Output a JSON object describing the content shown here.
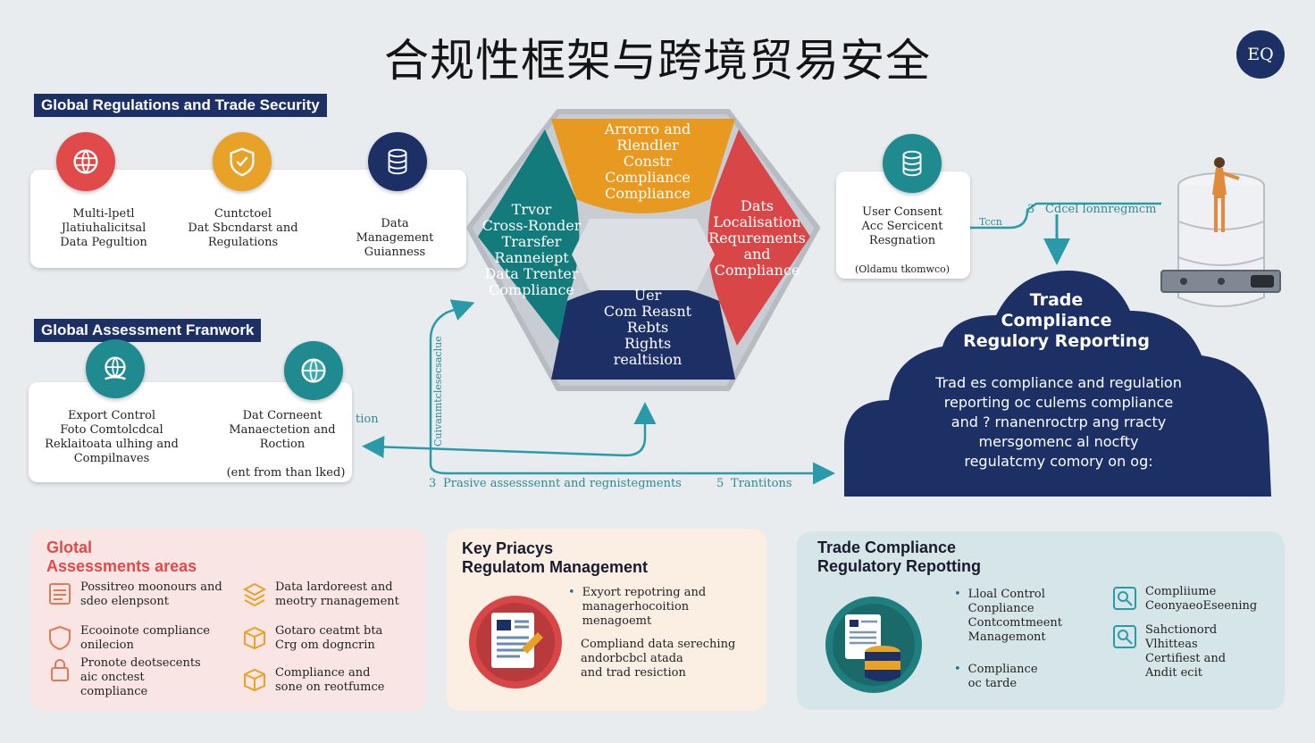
{
  "header": {
    "title": "合规性框架与跨境贸易安全",
    "logo_text": "EQ"
  },
  "top_section": {
    "label": "Global Regulations and Trade Security",
    "cards": [
      {
        "icon": "network-icon",
        "color": "#e04a48",
        "text": "Multi-lpetl\nJlatiuhalicitsal\nData Pegultion"
      },
      {
        "icon": "shield-icon",
        "color": "#e8a227",
        "text": "Cuntctoel\nDat Sbcndarst and\nRegulations"
      },
      {
        "icon": "server-icon",
        "color": "#1c3066",
        "text": "Data\nManagement\nGuianness"
      }
    ]
  },
  "assessment_section": {
    "label": "Global Assessment Franwork",
    "cards": [
      {
        "icon": "globe-hand-icon",
        "color": "#1f8a90",
        "text": "Export Control\nFoto Comtolcdcal\nReklaitoata ulhing and\nCompilnaves"
      },
      {
        "icon": "globe-icon",
        "color": "#1f8a90",
        "text": "Dat Corneent\nManaectetion and\nRoction"
      }
    ],
    "footnote": "(ent from than lked)"
  },
  "center_diagram": {
    "top": {
      "color": "#e79a1f",
      "text": "Arrorro and\nRlendler\nConstr\nCompliance\nCompliance"
    },
    "left": {
      "color": "#137b7b",
      "text": "Trvor\nCross-Ronder\nTrarsfer\nRanneiept\nData Trenter\nCompliance"
    },
    "right": {
      "color": "#d84647",
      "text": "Dats\nLocalisation\nRequrements\nand\nCompliance"
    },
    "bottom": {
      "color": "#1c3066",
      "text": "Uer\nCom Reasnt\nRebts\nRights\nrealtision"
    }
  },
  "user_consent_card": {
    "icon": "database-icon",
    "color": "#1f8a90",
    "text": "User Consent\nAcc Sercicent\nResgnation",
    "footnote": "(Oldamu tkomwco)"
  },
  "flow": {
    "label_top_right_prefix": "Tccn",
    "label_top_right": "Cdcel lonnregmcm",
    "label_top_right_number": "3",
    "label_vertical": "Cuivanmtclesecsaclue",
    "label_left_small": "tion",
    "label_bottom_mid": "Prasive assesssennt and regnistegments",
    "label_bottom_mid_number": "3",
    "label_bottom_right": "Trantitons",
    "label_bottom_right_number": "5"
  },
  "cloud": {
    "color": "#1c3066",
    "title": "Trade\nCompliance\nRegulory Reporting",
    "body": "Trad es compliance and regulation\nreporting oc culems compliance\nand ? rnanenroctrp ang rracty\nmersgomenc al nocfty\nregulatcmy comory on og:"
  },
  "bottom_panels": [
    {
      "title": "Glotal\nAssessments areas",
      "title_color": "#e04a48",
      "bg": "#f9e6e4",
      "items": [
        {
          "icon": "document-icon",
          "text": "Possitreo moonours and\nsdeo elenpsont"
        },
        {
          "icon": "stack-icon",
          "text": "Data lardoreest and\nmeotry rnanagement"
        },
        {
          "icon": "shield-icon",
          "text": "Ecooinote compliance\nonilecion"
        },
        {
          "icon": "box-icon",
          "text": "Gotaro ceatmt bta\nCrg om dogncrin"
        },
        {
          "icon": "lock-icon",
          "text": "Pronote deotsecents\naic onctest\ncompliance"
        },
        {
          "icon": "box-icon",
          "text": "Compliance and\nsone on reotfumce"
        }
      ]
    },
    {
      "title": "Key Priacys\nRegulatom Management",
      "title_color": "#1a1a2e",
      "bg": "#fbefe3",
      "icon": "report-icon",
      "items": [
        {
          "text": "Exyort repotring and\nmanagerhocoition\nmenagoemt"
        },
        {
          "text": "Compliand data sereching\nandorbcbcl atada\nand trad resiction"
        }
      ]
    },
    {
      "title": "Trade Compliance\nRegulatory Repotting",
      "title_color": "#1a1a2e",
      "bg": "#d6e6e8",
      "icon": "server-stack-icon",
      "items": [
        {
          "text": "Lloal Control\nConpliance\nContcomtmeent\nManagemont"
        },
        {
          "text": "Compliance\noc tarde"
        }
      ],
      "side_items": [
        {
          "icon": "search-icon",
          "text": "Compliiume\nCeonyaeoEseening"
        },
        {
          "icon": "search-icon",
          "text": "Sahctionord\nVlhitteas\nCertifiest and\nAndit ecit"
        }
      ]
    }
  ]
}
